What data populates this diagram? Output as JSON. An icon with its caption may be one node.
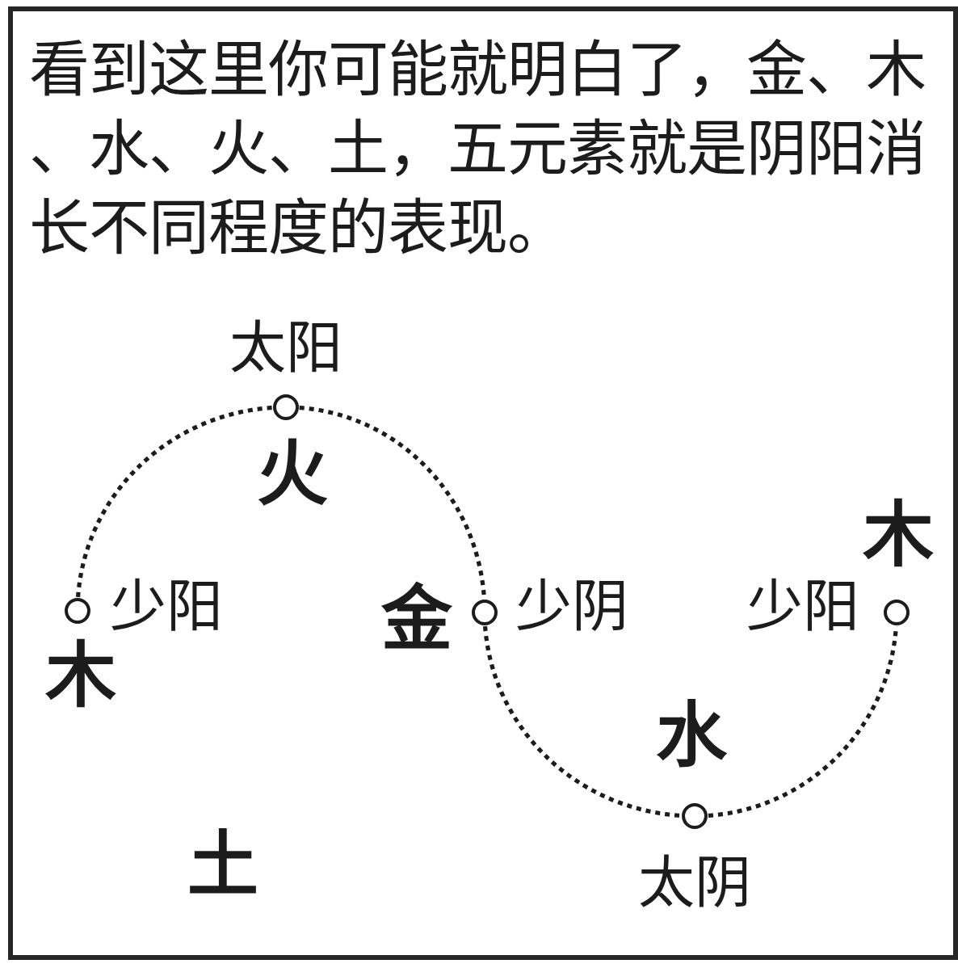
{
  "diagram": {
    "title": "看到这里你可能就明白了，金、木、水、火、土，五元素就是阴阳消长不同程度的表现。",
    "nodes": [
      {
        "text": [],
        "shape": "circle",
        "beside": [
          "少阳",
          "木"
        ]
      },
      {
        "text": [],
        "shape": "circle",
        "beside": [
          "太阳",
          "火"
        ]
      },
      {
        "text": [],
        "shape": "circle",
        "beside": [
          "金",
          "少阴"
        ]
      },
      {
        "text": [],
        "shape": "circle",
        "beside": [
          "水",
          "太阴"
        ]
      },
      {
        "text": [],
        "shape": "circle",
        "beside": [
          "木",
          "少阳"
        ]
      }
    ],
    "edges": [
      {
        "from": 0,
        "to": 1,
        "arrow": "none",
        "style": "dashed"
      },
      {
        "from": 1,
        "to": 2,
        "arrow": "none",
        "style": "dashed"
      },
      {
        "from": 2,
        "to": 3,
        "arrow": "none",
        "style": "dashed"
      },
      {
        "from": 3,
        "to": 4,
        "arrow": "none",
        "style": "dashed"
      }
    ],
    "labels": [
      "土"
    ]
  }
}
